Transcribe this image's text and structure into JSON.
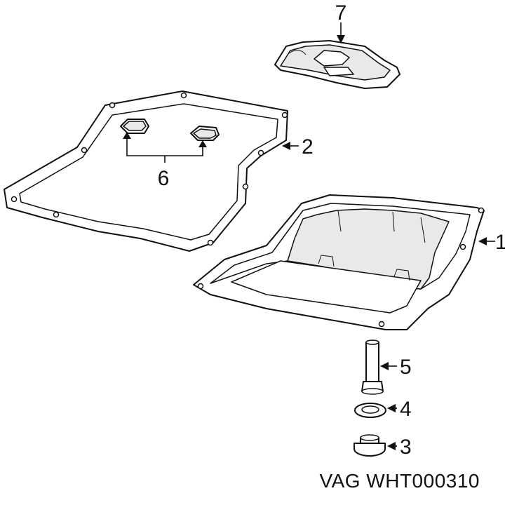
{
  "callouts": {
    "c1": "1",
    "c2": "2",
    "c3": "3",
    "c4": "4",
    "c5": "5",
    "c6": "6",
    "c7": "7"
  },
  "reference": "VAG WHT000310",
  "colors": {
    "ink": "#111111",
    "paper": "#ffffff",
    "shade": "#e9e9e9"
  }
}
